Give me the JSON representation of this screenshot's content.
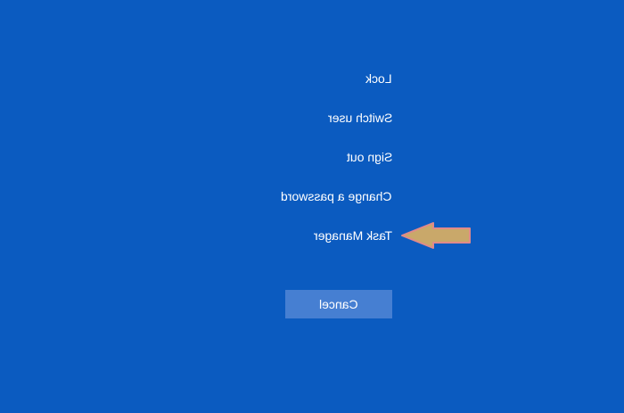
{
  "menu": {
    "items": [
      {
        "id": "lock",
        "label": "Lock"
      },
      {
        "id": "switch-user",
        "label": "Switch user"
      },
      {
        "id": "sign-out",
        "label": "Sign out"
      },
      {
        "id": "change-password",
        "label": "Change a password"
      },
      {
        "id": "task-manager",
        "label": "Task Manager"
      }
    ]
  },
  "cancel": {
    "label": "Cancel"
  },
  "colors": {
    "background": "#0b5bc0",
    "button": "#467fd2",
    "text": "#ffffff",
    "arrow_fill": "#c9a86a",
    "arrow_stroke": "#e08a8a"
  },
  "annotation": {
    "icon": "arrow-left-icon",
    "points_to": "Task Manager"
  }
}
